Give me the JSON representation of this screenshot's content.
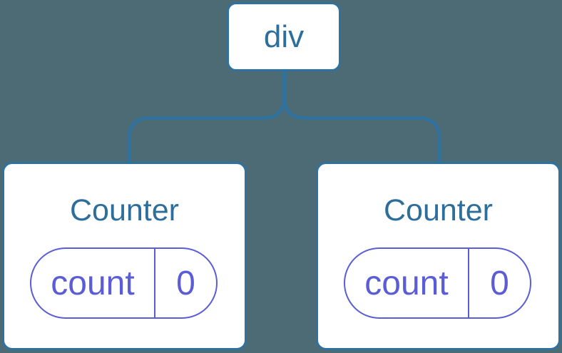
{
  "diagram": {
    "description": "Component tree: a div parent with two Counter children, each holding a count state of 0",
    "root": {
      "label": "div"
    },
    "children": [
      {
        "label": "Counter",
        "state": {
          "key": "count",
          "value": "0"
        }
      },
      {
        "label": "Counter",
        "state": {
          "key": "count",
          "value": "0"
        }
      }
    ]
  },
  "colors": {
    "background": "#4c6b75",
    "line": "#2f72a0",
    "node_border": "#2f72a0",
    "node_fill": "#ffffff",
    "label_text": "#2d6e9b",
    "state": "#5a5dd6"
  }
}
